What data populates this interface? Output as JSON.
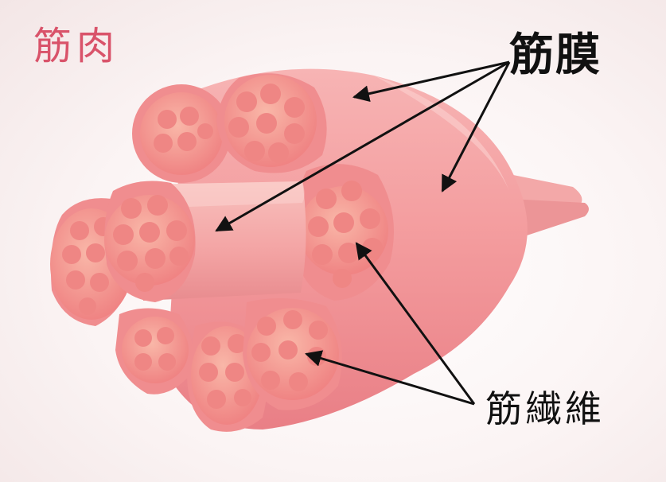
{
  "labels": {
    "muscle": "筋肉",
    "fascia": "筋膜",
    "muscle_fiber": "筋繊維"
  },
  "colors": {
    "muscle_title": "#d9536a",
    "membrane": "#f2a4a6",
    "membrane_dark": "#e37f86",
    "fiber": "#f07c7c",
    "fiber_light": "#f7a79d",
    "arrow": "#111111"
  }
}
